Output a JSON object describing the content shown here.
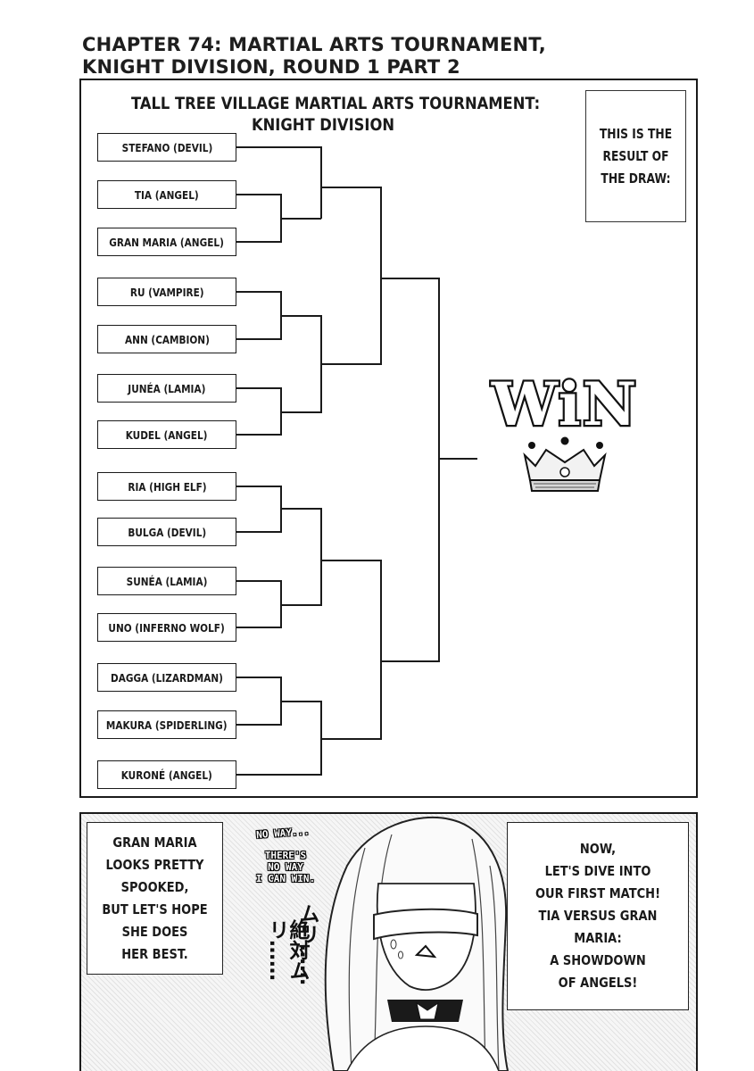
{
  "chapter_title_lines": [
    "CHAPTER 74: MARTIAL ARTS TOURNAMENT,",
    "KNIGHT DIVISION, ROUND 1 PART 2"
  ],
  "bracket_title_lines": [
    "TALL TREE VILLAGE MARTIAL ARTS TOURNAMENT:",
    "KNIGHT DIVISION"
  ],
  "caption_top": "THIS IS THE\nRESULT OF\nTHE DRAW:",
  "entries": [
    "STEFANO (DEVIL)",
    "TIA (ANGEL)",
    "GRAN MARIA (ANGEL)",
    "RU (VAMPIRE)",
    "ANN (CAMBION)",
    "JUNÉA (LAMIA)",
    "KUDEL (ANGEL)",
    "RIA (HIGH ELF)",
    "BULGA (DEVIL)",
    "SUNÉA (LAMIA)",
    "UNO (INFERNO WOLF)",
    "DAGGA (LIZARDMAN)",
    "MAKURA (SPIDERLING)",
    "KURONÉ (ANGEL)"
  ],
  "win_label": "WiN",
  "narration_left": "GRAN MARIA\nLOOKS PRETTY\nSPOOKED,\nBUT LET'S HOPE\nSHE DOES\nHER BEST.",
  "narration_right": "NOW,\nLET'S DIVE INTO\nOUR FIRST MATCH!\nTIA VERSUS GRAN MARIA:\nA SHOWDOWN\nOF ANGELS!",
  "whisper_1": "NO WAY...",
  "whisper_2": "THERE'S\nNO WAY\nI CAN WIN.",
  "jp_column_1": "ムリ……",
  "jp_column_2": "絶対ムリ……",
  "colors": {
    "ink": "#1a1a1a",
    "paper": "#ffffff",
    "screentone": "#e2e2e2"
  },
  "icons": [
    "crown-icon"
  ]
}
